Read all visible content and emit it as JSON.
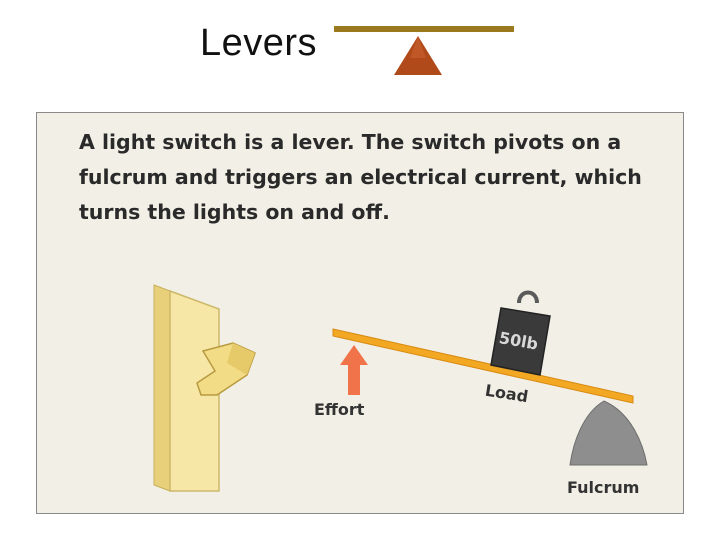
{
  "slide": {
    "title": "Levers"
  },
  "panel": {
    "caption": "A light switch is a lever.  The switch pivots on a fulcrum and triggers an electrical current, which turns the lights on and off.",
    "labels": {
      "effort": "Effort",
      "load": "Load",
      "fulcrum": "Fulcrum",
      "weight": "50lb"
    }
  },
  "colors": {
    "lever_beam": "#f2a823",
    "effort_arrow": "#f0734a",
    "fulcrum": "#8e8e8e",
    "weight": "#3a3a3a",
    "switch_plate": "#f7e7a6",
    "logo_bar": "#9b7a1f",
    "logo_triangle": "#b04a1a"
  }
}
